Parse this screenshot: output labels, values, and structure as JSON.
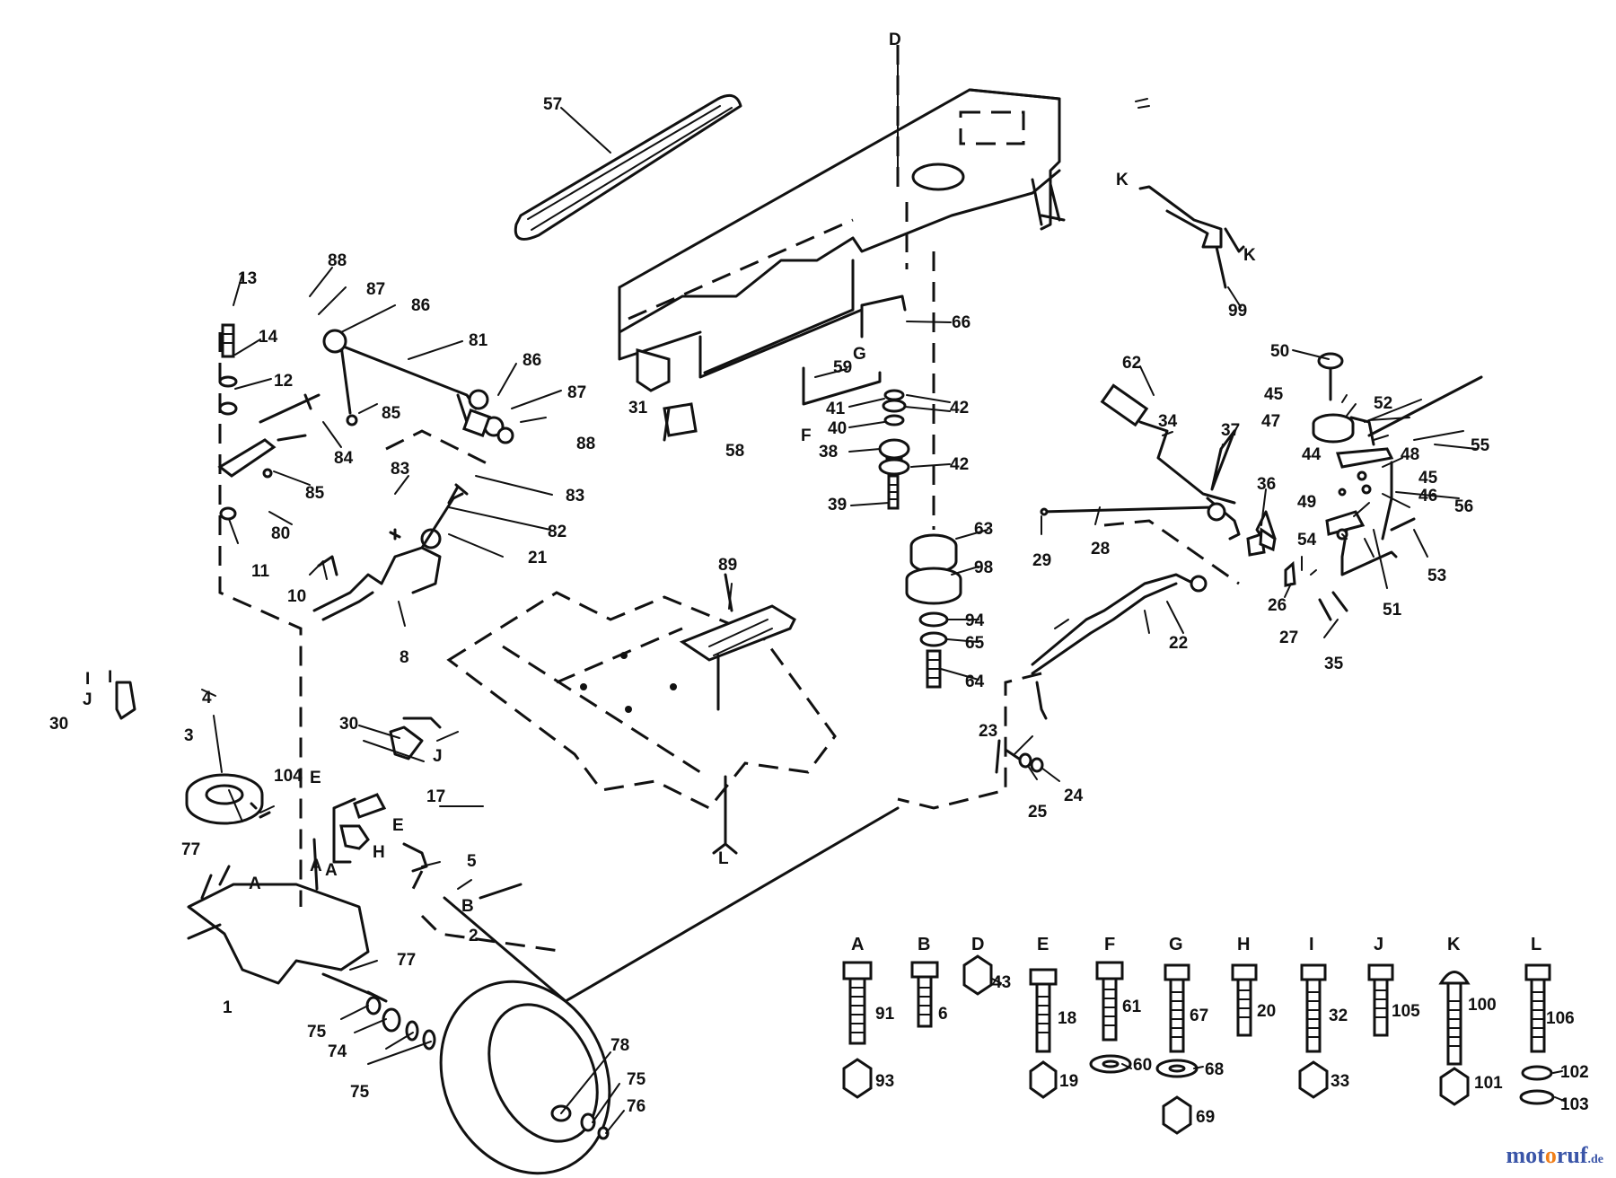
{
  "watermark": {
    "pre": "mot",
    "o": "o",
    "post": "ruf",
    "suffix": ".de"
  },
  "callouts": {
    "c1": "1",
    "c2": "2",
    "c3": "3",
    "c4": "4",
    "c5": "5",
    "c8": "8",
    "c10": "10",
    "c11": "11",
    "c12": "12",
    "c13": "13",
    "c14": "14",
    "c17": "17",
    "c21": "21",
    "c22": "22",
    "c23": "23",
    "c24": "24",
    "c25": "25",
    "c26": "26",
    "c27": "27",
    "c28": "28",
    "c29": "29",
    "c30a": "30",
    "c30b": "30",
    "c31": "31",
    "c34": "34",
    "c35": "35",
    "c36": "36",
    "c37": "37",
    "c38": "38",
    "c39": "39",
    "c40": "40",
    "c41": "41",
    "c42a": "42",
    "c42b": "42",
    "c44": "44",
    "c45a": "45",
    "c45b": "45",
    "c46": "46",
    "c47": "47",
    "c48": "48",
    "c49": "49",
    "c50": "50",
    "c51": "51",
    "c52": "52",
    "c53": "53",
    "c54": "54",
    "c55": "55",
    "c56": "56",
    "c57": "57",
    "c58": "58",
    "c59": "59",
    "c62": "62",
    "c63": "63",
    "c64": "64",
    "c65": "65",
    "c66": "66",
    "c74": "74",
    "c75a": "75",
    "c75b": "75",
    "c75c": "75",
    "c76": "76",
    "c77a": "77",
    "c77b": "77",
    "c78": "78",
    "c80": "80",
    "c81": "81",
    "c82": "82",
    "c83a": "83",
    "c83b": "83",
    "c84": "84",
    "c85a": "85",
    "c85b": "85",
    "c86a": "86",
    "c86b": "86",
    "c87a": "87",
    "c87b": "87",
    "c88a": "88",
    "c88b": "88",
    "c89": "89",
    "c94": "94",
    "c98": "98",
    "c99": "99",
    "c104": "104"
  },
  "letters": {
    "D": "D",
    "G": "G",
    "F": "F",
    "K1": "K",
    "K2": "K",
    "L": "L",
    "E1": "E",
    "E2": "E",
    "H": "H",
    "B": "B",
    "A1": "A",
    "A2": "A",
    "A3": "A",
    "I1": "I",
    "I2": "I",
    "J1": "J",
    "J2": "J"
  },
  "hardware_key": [
    {
      "letter": "A",
      "bolt": "91",
      "nut": "93"
    },
    {
      "letter": "B",
      "bolt": "6",
      "nut": ""
    },
    {
      "letter": "D",
      "bolt": "",
      "nut": "43"
    },
    {
      "letter": "E",
      "bolt": "18",
      "nut": "19"
    },
    {
      "letter": "F",
      "bolt": "61",
      "nut": "60"
    },
    {
      "letter": "G",
      "bolt": "67",
      "nut": "68",
      "nut2": "69"
    },
    {
      "letter": "H",
      "bolt": "20",
      "nut": ""
    },
    {
      "letter": "I",
      "bolt": "32",
      "nut": "33"
    },
    {
      "letter": "J",
      "bolt": "105",
      "nut": ""
    },
    {
      "letter": "K",
      "bolt": "100",
      "nut": "101"
    },
    {
      "letter": "L",
      "bolt": "106",
      "nut": "102",
      "nut2": "103"
    }
  ]
}
